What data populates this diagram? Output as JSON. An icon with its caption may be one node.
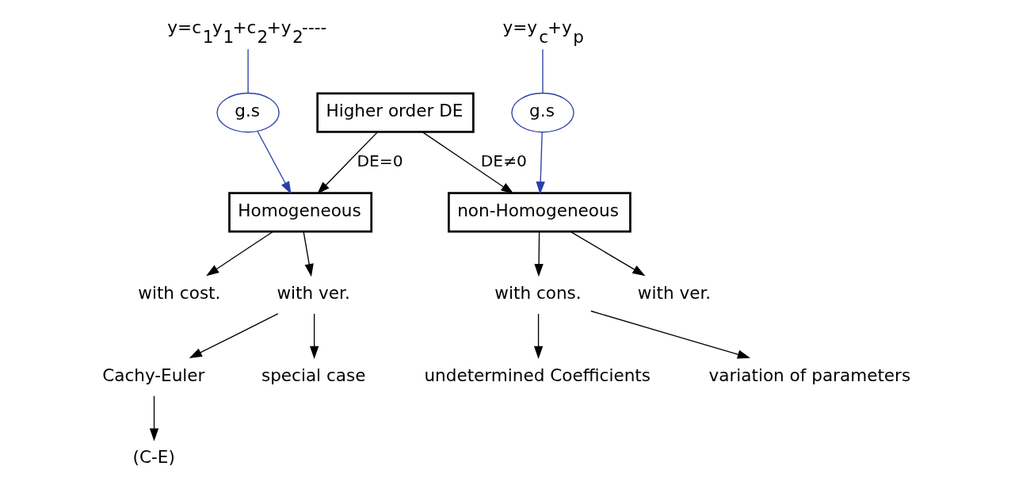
{
  "diagram": {
    "nodes": [
      {
        "text": [
          "Higher order DE"
        ]
      },
      {
        "text": [
          "y=c$_{1}$y$_{1}$+c$_{2}$+y$_{2}$----"
        ]
      },
      {
        "text": [
          "g.s"
        ]
      },
      {
        "text": [
          "Homogeneous"
        ]
      },
      {
        "text": [
          "non-Homogeneous"
        ]
      },
      {
        "text": [
          "with cons."
        ]
      },
      {
        "text": [
          "y=y$_{c}$+y$_{p}$"
        ]
      },
      {
        "text": [
          "with ver."
        ]
      },
      {
        "text": [
          "with cost."
        ]
      },
      {
        "text": [
          "with ver."
        ]
      },
      {
        "text": [
          "g.s"
        ]
      },
      {
        "text": [
          "Cachy-Euler"
        ]
      },
      {
        "text": [
          "special case"
        ]
      },
      {
        "text": [
          "(C-E)"
        ]
      },
      {
        "text": [
          "undetermined Coefficients"
        ]
      },
      {
        "text": [
          "variation of parameters"
        ]
      }
    ],
    "edges": [
      {
        "from": 0,
        "to": 3,
        "arrow": "to",
        "label": "DE=0"
      },
      {
        "from": 0,
        "to": 4,
        "arrow": "to",
        "label": "DE≠0"
      },
      {
        "from": 1,
        "to": 2,
        "arrow": "none",
        "color": "#2b3fa8"
      },
      {
        "from": 2,
        "to": 3,
        "arrow": "to",
        "color": "#2b3fa8"
      },
      {
        "from": 3,
        "to": 8,
        "arrow": "to"
      },
      {
        "from": 3,
        "to": 9,
        "arrow": "to"
      },
      {
        "from": 9,
        "to": 11,
        "arrow": "to"
      },
      {
        "from": 9,
        "to": 12,
        "arrow": "to"
      },
      {
        "from": 11,
        "to": 13,
        "arrow": "to"
      },
      {
        "from": 4,
        "to": 5,
        "arrow": "to"
      },
      {
        "from": 4,
        "to": 7,
        "arrow": "to"
      },
      {
        "from": 6,
        "to": 10,
        "arrow": "none",
        "color": "#2b3fa8"
      },
      {
        "from": 10,
        "to": 4,
        "arrow": "to",
        "color": "#2b3fa8"
      },
      {
        "from": 5,
        "to": 14,
        "arrow": "to"
      },
      {
        "from": 5,
        "to": 15,
        "arrow": "to"
      }
    ]
  }
}
